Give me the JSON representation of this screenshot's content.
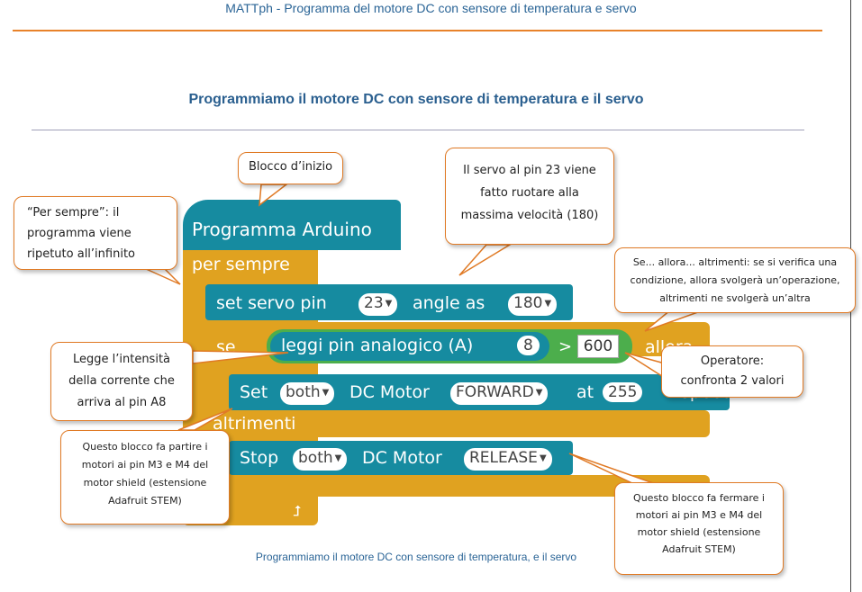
{
  "header": {
    "title": "MATTph - Programma del motore DC con sensore di temperatura e servo"
  },
  "section": {
    "title": "Programmiamo il motore DC con sensore di temperatura e il servo"
  },
  "caption": "Programmiamo il motore DC con sensore di temperatura, e il servo",
  "blocks": {
    "program": "Programma Arduino",
    "forever": "per sempre",
    "servo": {
      "prefix": "set servo pin",
      "pin": "23",
      "mid": "angle as",
      "angle": "180"
    },
    "if_label": "se",
    "read": {
      "label": "leggi pin analogico (A)",
      "pin": "8"
    },
    "operator": ">",
    "threshold": "600",
    "then_label": "allora",
    "motor_set": {
      "prefix": "Set",
      "which": "both",
      "mid": "DC Motor",
      "direction": "FORWARD",
      "at": "at",
      "speed": "255",
      "suffix": "speed"
    },
    "else_label": "altrimenti",
    "motor_stop": {
      "prefix": "Stop",
      "which": "both",
      "mid": "DC Motor",
      "mode": "RELEASE"
    }
  },
  "callouts": {
    "start": "Blocco d’inizio",
    "forever": [
      "“Per sempre”: il",
      "programma viene",
      "ripetuto all’infinito"
    ],
    "servo": [
      "Il servo al pin 23 viene",
      "fatto ruotare alla",
      "massima velocità (180)"
    ],
    "ifelse": [
      "Se... allora... altrimenti: se si verifica una",
      "condizione, allora svolgerà un’operazione,",
      "altrimenti ne svolgerà un’altra"
    ],
    "read": [
      "Legge l’intensità",
      "della corrente che",
      "arriva al pin A8"
    ],
    "operator": [
      "Operatore:",
      "confronta 2 valori"
    ],
    "start_motor": [
      "Questo blocco fa partire i",
      "motori ai pin M3 e M4 del",
      "motor shield (estensione",
      "Adafruit STEM)"
    ],
    "stop_motor": [
      "Questo blocco fa fermare i",
      "motori ai pin M3 e M4 del",
      "motor shield (estensione",
      "Adafruit STEM)"
    ]
  },
  "colors": {
    "accent": "#e8822a",
    "title_blue": "#2a5f8f",
    "block_teal": "#168ba0",
    "block_gold": "#e0a220",
    "block_green": "#4cae4c"
  }
}
